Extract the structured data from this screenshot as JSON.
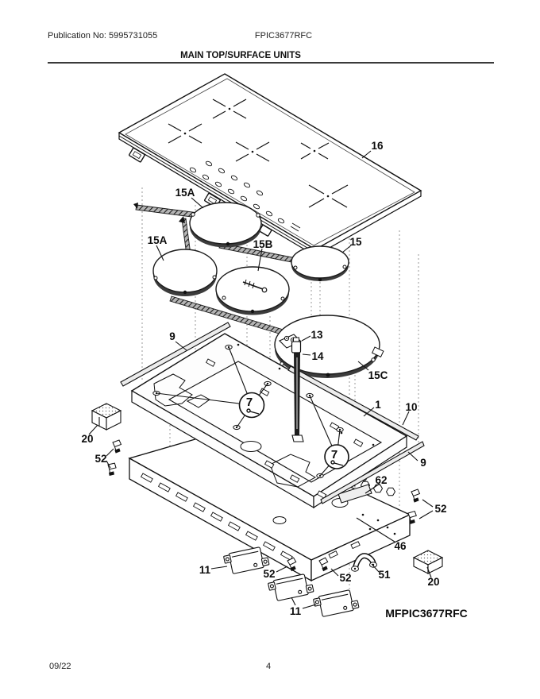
{
  "header": {
    "publication_no": "Publication No: 5995731055",
    "model": "FPIC3677RFC",
    "title": "MAIN TOP/SURFACE UNITS"
  },
  "footer": {
    "date": "09/22",
    "page": "4"
  },
  "colors": {
    "ink": "#111111",
    "background": "#ffffff",
    "projection_line": "#9a9a9a"
  },
  "diagram": {
    "watermark": "MFPIC3677RFC",
    "callouts": {
      "glass_top": "16",
      "coil_15a_top": "15A",
      "coil_15a_left": "15A",
      "coil_15b": "15B",
      "coil_15": "15",
      "bracket_13": "13",
      "sensor_14": "14",
      "coil_15c": "15C",
      "rail_9_top": "9",
      "main_top_1": "1",
      "rail_10": "10",
      "screw_7_left": "7",
      "screw_7_right": "7",
      "block_20_left": "20",
      "clip_52_left": "52",
      "rail_9_right": "9",
      "terminal_62": "62",
      "clip_52_right": "52",
      "base_pan_46": "46",
      "bracket_11_left": "11",
      "clip_52_bottom_left": "52",
      "clip_52_bottom_right": "52",
      "strap_51": "51",
      "block_20_right": "20",
      "bracket_11_bottom": "11"
    }
  }
}
